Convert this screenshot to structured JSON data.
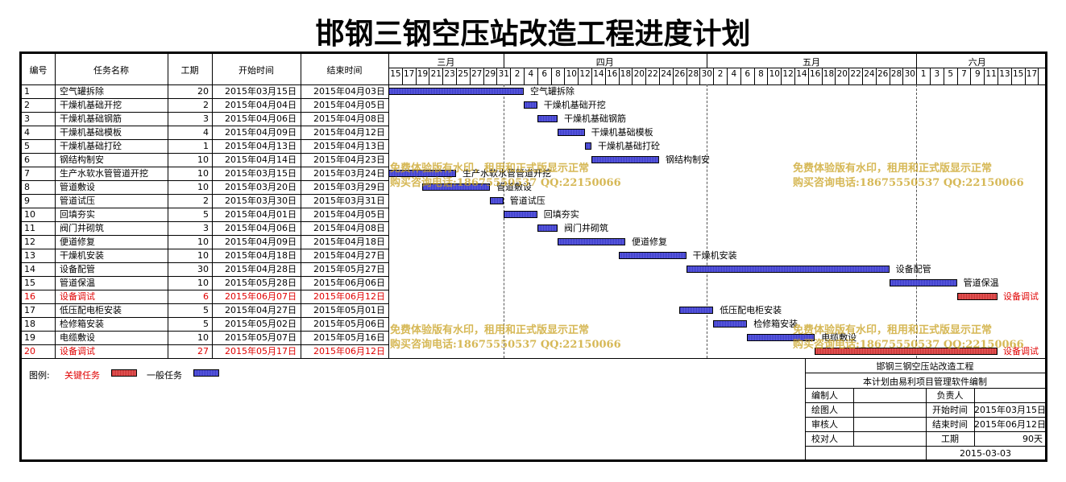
{
  "title": "邯钢三钢空压站改造工程进度计划",
  "headers": {
    "no": "编号",
    "name": "任务名称",
    "duration": "工期",
    "start": "开始时间",
    "end": "结束时间"
  },
  "months": [
    "三月",
    "四月",
    "五月",
    "六月"
  ],
  "days": [
    "15",
    "17",
    "19",
    "21",
    "23",
    "25",
    "27",
    "29",
    "31",
    "2",
    "4",
    "6",
    "8",
    "10",
    "12",
    "14",
    "16",
    "18",
    "20",
    "22",
    "24",
    "26",
    "28",
    "30",
    "2",
    "4",
    "6",
    "8",
    "10",
    "12",
    "14",
    "16",
    "18",
    "20",
    "22",
    "24",
    "26",
    "28",
    "30",
    "1",
    "3",
    "5",
    "7",
    "9",
    "11",
    "13",
    "15",
    "17"
  ],
  "tasks": [
    {
      "no": "1",
      "name": "空气罐拆除",
      "duration": "20",
      "start": "2015年03月15日",
      "end": "2015年04月03日",
      "critical": false
    },
    {
      "no": "2",
      "name": "干燥机基础开挖",
      "duration": "2",
      "start": "2015年04月04日",
      "end": "2015年04月05日",
      "critical": false
    },
    {
      "no": "3",
      "name": "干燥机基础钢筋",
      "duration": "3",
      "start": "2015年04月06日",
      "end": "2015年04月08日",
      "critical": false
    },
    {
      "no": "4",
      "name": "干燥机基础模板",
      "duration": "4",
      "start": "2015年04月09日",
      "end": "2015年04月12日",
      "critical": false
    },
    {
      "no": "5",
      "name": "干燥机基础打砼",
      "duration": "1",
      "start": "2015年04月13日",
      "end": "2015年04月13日",
      "critical": false
    },
    {
      "no": "6",
      "name": "钢结构制安",
      "duration": "10",
      "start": "2015年04月14日",
      "end": "2015年04月23日",
      "critical": false
    },
    {
      "no": "7",
      "name": "生产水软水管管道开挖",
      "duration": "10",
      "start": "2015年03月15日",
      "end": "2015年03月24日",
      "critical": false
    },
    {
      "no": "8",
      "name": "管道敷设",
      "duration": "10",
      "start": "2015年03月20日",
      "end": "2015年03月29日",
      "critical": false
    },
    {
      "no": "9",
      "name": "管道试压",
      "duration": "2",
      "start": "2015年03月30日",
      "end": "2015年03月31日",
      "critical": false
    },
    {
      "no": "10",
      "name": "回填夯实",
      "duration": "5",
      "start": "2015年04月01日",
      "end": "2015年04月05日",
      "critical": false
    },
    {
      "no": "11",
      "name": "阀门井砌筑",
      "duration": "3",
      "start": "2015年04月06日",
      "end": "2015年04月08日",
      "critical": false
    },
    {
      "no": "12",
      "name": "便道修复",
      "duration": "10",
      "start": "2015年04月09日",
      "end": "2015年04月18日",
      "critical": false
    },
    {
      "no": "13",
      "name": "干燥机安装",
      "duration": "10",
      "start": "2015年04月18日",
      "end": "2015年04月27日",
      "critical": false
    },
    {
      "no": "14",
      "name": "设备配管",
      "duration": "30",
      "start": "2015年04月28日",
      "end": "2015年05月27日",
      "critical": false
    },
    {
      "no": "15",
      "name": "管道保温",
      "duration": "10",
      "start": "2015年05月28日",
      "end": "2015年06月06日",
      "critical": false
    },
    {
      "no": "16",
      "name": "设备调试",
      "duration": "6",
      "start": "2015年06月07日",
      "end": "2015年06月12日",
      "critical": true
    },
    {
      "no": "17",
      "name": "低压配电柜安装",
      "duration": "5",
      "start": "2015年04月27日",
      "end": "2015年05月01日",
      "critical": false
    },
    {
      "no": "18",
      "name": "检修箱安装",
      "duration": "5",
      "start": "2015年05月02日",
      "end": "2015年05月06日",
      "critical": false
    },
    {
      "no": "19",
      "name": "电缆敷设",
      "duration": "10",
      "start": "2015年05月07日",
      "end": "2015年05月16日",
      "critical": false
    },
    {
      "no": "20",
      "name": "设备调试",
      "duration": "27",
      "start": "2015年05月17日",
      "end": "2015年06月12日",
      "critical": true
    }
  ],
  "watermark": {
    "line1": "免费体验版有水印，租用和正式版显示正常",
    "line2": "购买咨询电话:18675550537 QQ:22150066"
  },
  "legend": {
    "label": "图例:",
    "critical": "关键任务",
    "normal": "一般任务"
  },
  "info": {
    "project": "邯钢三钢空压站改造工程",
    "note": "本计划由易利项目管理软件编制",
    "r1": [
      "编制人",
      "",
      "负责人",
      ""
    ],
    "r2": [
      "绘图人",
      "",
      "开始时间",
      "2015年03月15日"
    ],
    "r3": [
      "审核人",
      "",
      "结束时间",
      "2015年06月12日"
    ],
    "r4": [
      "校对人",
      "",
      "工期",
      "90天"
    ],
    "date": "2015-03-03"
  },
  "colors": {
    "normal": "#4b4bd4",
    "critical": "#e04040",
    "critical_text": "#e00000",
    "watermark": "#c8a01e"
  }
}
